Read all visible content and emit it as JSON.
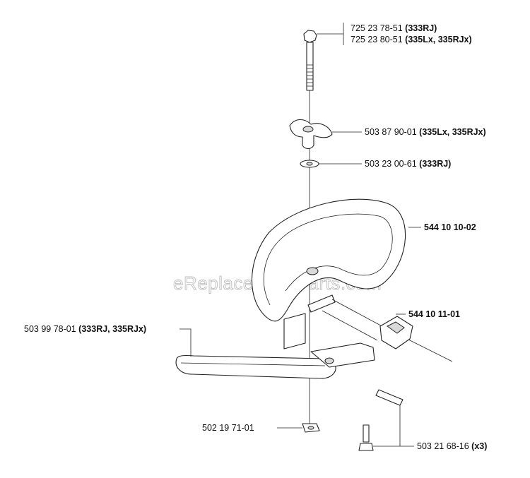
{
  "watermark": "eReplacementParts.com",
  "labels": {
    "bolt_1": {
      "number": "725 23 78-51",
      "model": "(333RJ)"
    },
    "bolt_2": {
      "number": "725 23 80-51",
      "model": "(335Lx, 335RJx)"
    },
    "knob": {
      "number": "503 87 90-01",
      "model": "(335Lx, 335RJx)"
    },
    "washer": {
      "number": "503 23 00-61",
      "model": "(333RJ)"
    },
    "handle": {
      "number": "544 10 10-02"
    },
    "bracket": {
      "number": "544 10 11-01"
    },
    "barrier": {
      "number": "503 99 78-01",
      "model": "(333RJ, 335RJx)"
    },
    "nut": {
      "number": "502 19 71-01"
    },
    "screw": {
      "number": "503 21 68-16",
      "model": "(x3)"
    }
  }
}
